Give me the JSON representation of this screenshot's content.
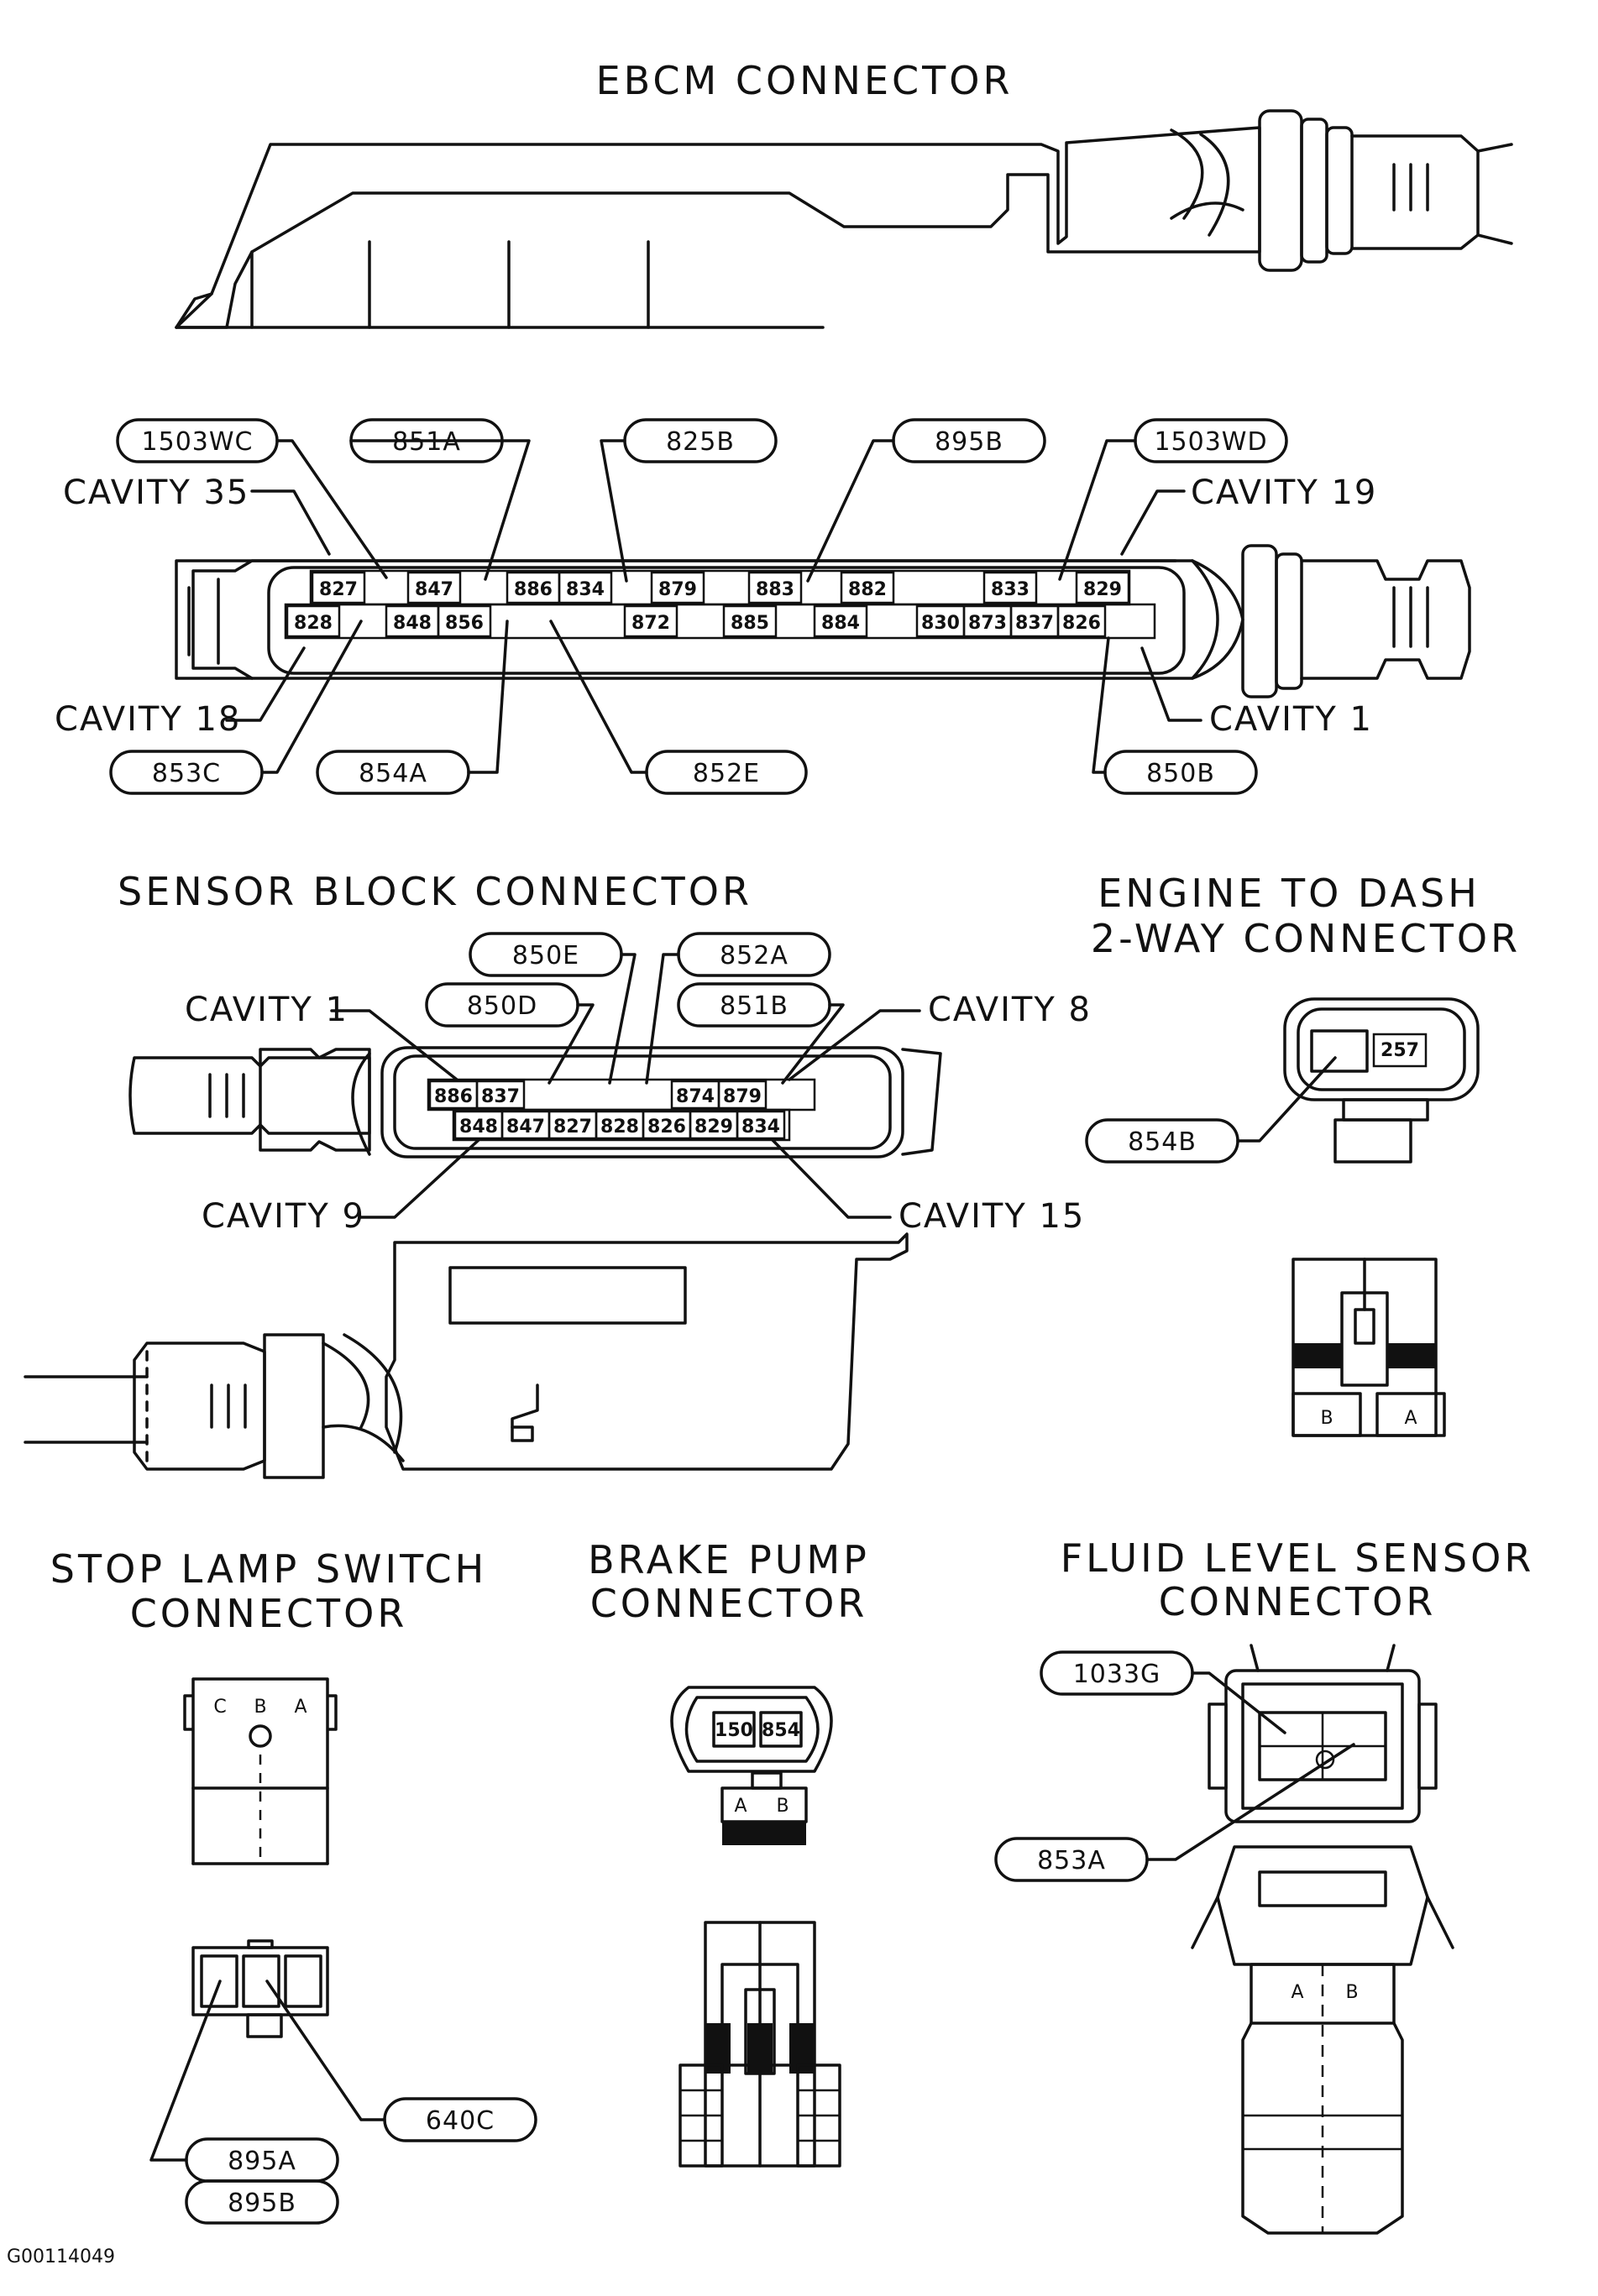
{
  "titles": {
    "ebcm": "EBCM CONNECTOR",
    "sensor_block": "SENSOR BLOCK CONNECTOR",
    "engine_dash_1": "ENGINE TO DASH",
    "engine_dash_2": "2-WAY CONNECTOR",
    "stop_lamp_1": "STOP LAMP SWITCH",
    "stop_lamp_2": "CONNECTOR",
    "brake_pump_1": "BRAKE PUMP",
    "brake_pump_2": "CONNECTOR",
    "fluid_level_1": "FLUID LEVEL SENSOR",
    "fluid_level_2": "CONNECTOR"
  },
  "ebcm": {
    "cavity_labels": {
      "c35": "CAVITY 35",
      "c19": "CAVITY 19",
      "c18": "CAVITY 18",
      "c1": "CAVITY 1"
    },
    "wire_tags": {
      "w1503wc": "1503WC",
      "w851a": "851A",
      "w825b": "825B",
      "w895b": "895B",
      "w1503wd": "1503WD",
      "w853c": "853C",
      "w854a": "854A",
      "w852e": "852E",
      "w850b": "850B"
    },
    "top_row": [
      "827",
      "847",
      "886",
      "834",
      "879",
      "883",
      "882",
      "833",
      "829"
    ],
    "bottom_row": [
      "828",
      "848",
      "856",
      "872",
      "885",
      "884",
      "830",
      "873",
      "837",
      "826"
    ]
  },
  "sensor_block": {
    "cavity_labels": {
      "c1": "CAVITY 1",
      "c8": "CAVITY 8",
      "c9": "CAVITY 9",
      "c15": "CAVITY 15"
    },
    "wire_tags": {
      "w850e": "850E",
      "w852a": "852A",
      "w850d": "850D",
      "w851b": "851B"
    },
    "top_row": [
      "886",
      "837",
      "874",
      "879"
    ],
    "bottom_row": [
      "848",
      "847",
      "827",
      "828",
      "826",
      "829",
      "834"
    ]
  },
  "engine_dash": {
    "cavity_value": "257",
    "wire_tag": "854B",
    "terminal_b": "B",
    "terminal_a": "A"
  },
  "stop_lamp": {
    "terminals": {
      "c": "C",
      "b": "B",
      "a": "A"
    },
    "wire_tags": {
      "w640c": "640C",
      "w895a": "895A",
      "w895b": "895B"
    }
  },
  "brake_pump": {
    "cavity_left": "150",
    "cavity_right": "854",
    "terminal_a": "A",
    "terminal_b": "B"
  },
  "fluid_level": {
    "wire_tags": {
      "w1033g": "1033G",
      "w853a": "853A"
    },
    "terminal_a": "A",
    "terminal_b": "B"
  },
  "figure_id": "G00114049"
}
